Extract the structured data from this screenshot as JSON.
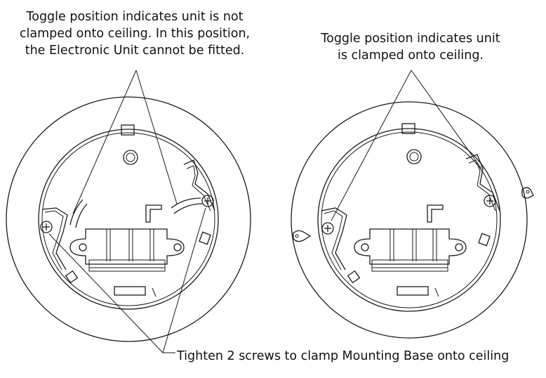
{
  "captions": {
    "left_line1": "Toggle position indicates unit is not",
    "left_line2": "clamped onto ceiling. In this position,",
    "left_line3": "the Electronic Unit cannot be fitted.",
    "right_line1": "Toggle position indicates unit",
    "right_line2": "is clamped onto ceiling.",
    "bottom": "Tighten 2 screws to clamp Mounting Base onto ceiling"
  }
}
